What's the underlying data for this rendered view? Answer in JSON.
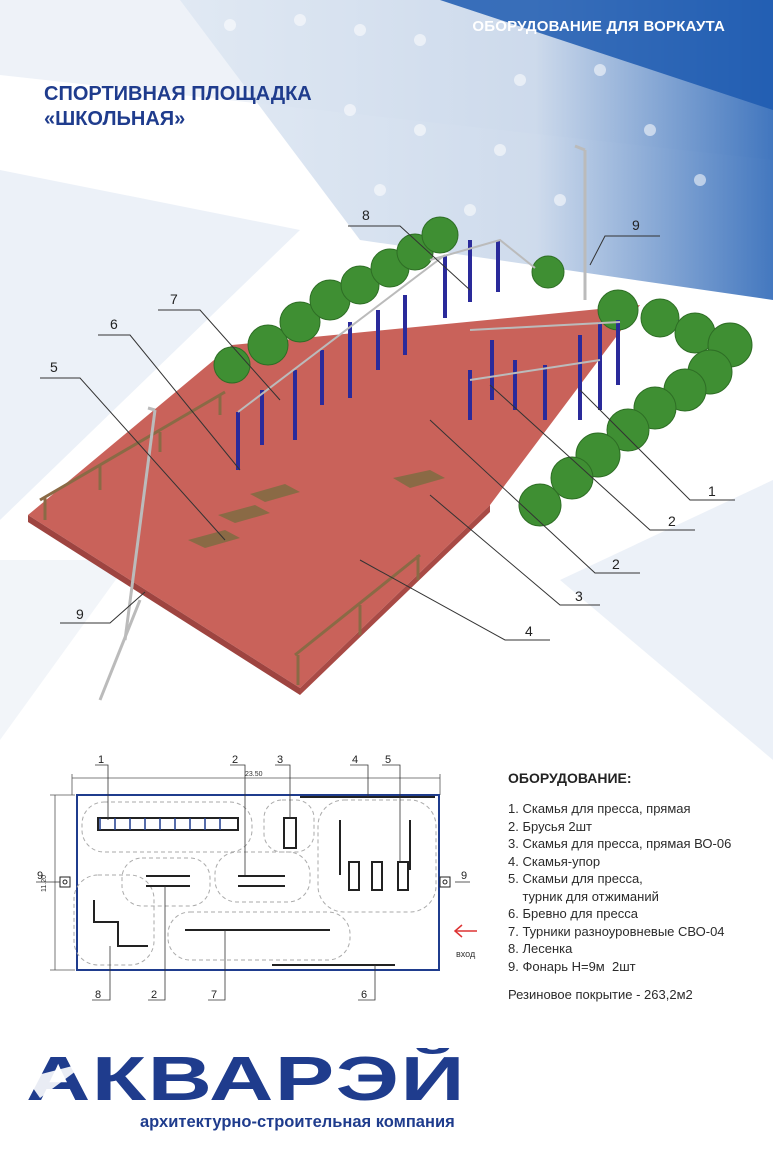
{
  "header": {
    "tagline": "ОБОРУДОВАНИЕ ДЛЯ ВОРКАУТА",
    "title_line1": "СПОРТИВНАЯ ПЛОЩАДКА",
    "title_line2": "«ШКОЛЬНАЯ»"
  },
  "perspective_labels": [
    "1",
    "2",
    "2",
    "3",
    "4",
    "5",
    "6",
    "7",
    "8",
    "9",
    "9"
  ],
  "plan": {
    "dimension_width": "23.50",
    "dimension_height": "11.20",
    "entrance_label": "вход",
    "top_labels": [
      "1",
      "2",
      "3",
      "4",
      "5"
    ],
    "bottom_labels": [
      "8",
      "2",
      "7",
      "6"
    ],
    "side_label_left": "9",
    "side_label_right": "9"
  },
  "equipment": {
    "heading": "ОБОРУДОВАНИЕ:",
    "items": [
      "1. Скамья для пресса, прямая",
      "2. Брусья 2шт",
      "3. Скамья для пресса, прямая ВО-06",
      "4. Скамья-упор",
      "5. Скамьи для пресса,",
      "    турник для отжиманий",
      "6. Бревно для пресса",
      "7. Турники разноуровневые СВО-04",
      "8. Лесенка",
      "9. Фонарь Н=9м  2шт"
    ],
    "surface_note": "Резиновое покрытие - 263,2м2"
  },
  "company": {
    "logo_text": "АКВАРЭЙ",
    "subtitle": "архитектурно-строительная компания"
  },
  "colors": {
    "brand_blue": "#1f3c8d",
    "surface_red": "#c9625a",
    "bush_green": "#3f8f33",
    "equipment_blue": "#2a2a9a"
  }
}
